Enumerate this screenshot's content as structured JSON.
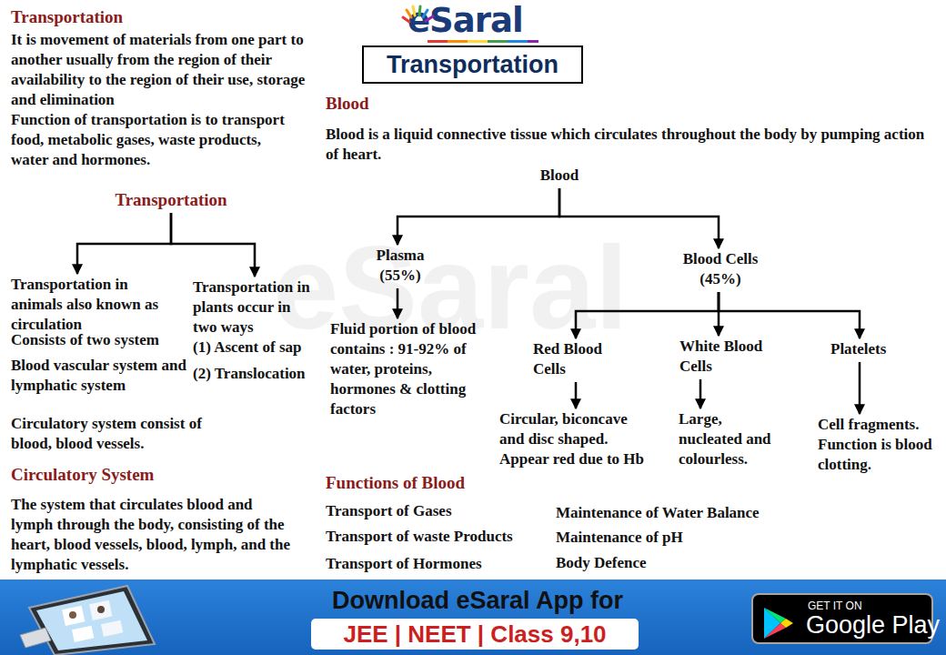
{
  "diagram": {
    "title": "Transportation",
    "nodes": [
      {
        "text": [
          "Transportation"
        ]
      },
      {
        "text": [
          "Transportation in animals also known as circulation",
          "Consists of two system",
          "Blood vascular system and lymphatic system"
        ]
      },
      {
        "text": [
          "Transportation in plants occur in two ways",
          "(1) Ascent of sap",
          "(2) Translocation"
        ]
      },
      {
        "text": [
          "Blood"
        ]
      },
      {
        "text": [
          "Plasma (55%)"
        ]
      },
      {
        "text": [
          "Blood Cells (45%)"
        ]
      },
      {
        "text": [
          "Fluid portion of blood contains : 91-92% of water, proteins, hormones & clotting factors"
        ]
      },
      {
        "text": [
          "Red Blood Cells"
        ]
      },
      {
        "text": [
          "White Blood Cells"
        ]
      },
      {
        "text": [
          "Platelets"
        ]
      },
      {
        "text": [
          "Circular, biconcave and disc shaped. Appear red due to Hb"
        ]
      },
      {
        "text": [
          "Large, nucleated and colourless."
        ]
      },
      {
        "text": [
          "Cell fragments. Function is blood clotting."
        ]
      },
      {
        "text": [
          "Download eSaral App for"
        ]
      },
      {
        "text": [
          "JEE | NEET | Class 9,10"
        ],
        "in": 13
      },
      {
        "text": [
          "GET IT ON",
          "Google Play"
        ],
        "in": 13
      }
    ],
    "edges": [
      {
        "from": 0,
        "to": 1,
        "arrow": "to"
      },
      {
        "from": 0,
        "to": 2,
        "arrow": "to"
      },
      {
        "from": 3,
        "to": 4,
        "arrow": "to"
      },
      {
        "from": 3,
        "to": 5,
        "arrow": "to"
      },
      {
        "from": 4,
        "to": 6,
        "arrow": "to"
      },
      {
        "from": 5,
        "to": 7,
        "arrow": "to"
      },
      {
        "from": 5,
        "to": 8,
        "arrow": "to"
      },
      {
        "from": 5,
        "to": 9,
        "arrow": "to"
      },
      {
        "from": 7,
        "to": 10,
        "arrow": "to"
      },
      {
        "from": 8,
        "to": 11,
        "arrow": "to"
      },
      {
        "from": 9,
        "to": 12,
        "arrow": "to"
      }
    ],
    "labels": [
      "Transportation",
      "It is movement of materials from one part to another usually from the region of their availability to the region of their use, storage and elimination",
      "Function of transportation is to transport food, metabolic gases, waste products, water and hormones.",
      "eSaral",
      "Blood",
      "Blood is a liquid connective tissue which circulates throughout the body by pumping action of heart.",
      "eSaral",
      "Circulatory system consist of blood, blood vessels.",
      "Circulatory System",
      "The system that circulates blood and lymph through the body, consisting of the heart, blood vessels, blood, lymph, and the lymphatic vessels.",
      "Functions of Blood",
      "Transport of Gases",
      "Transport of waste Products",
      "Transport of Hormones",
      "Maintenance of Water Balance",
      "Maintenance of pH",
      "Body Defence"
    ]
  }
}
